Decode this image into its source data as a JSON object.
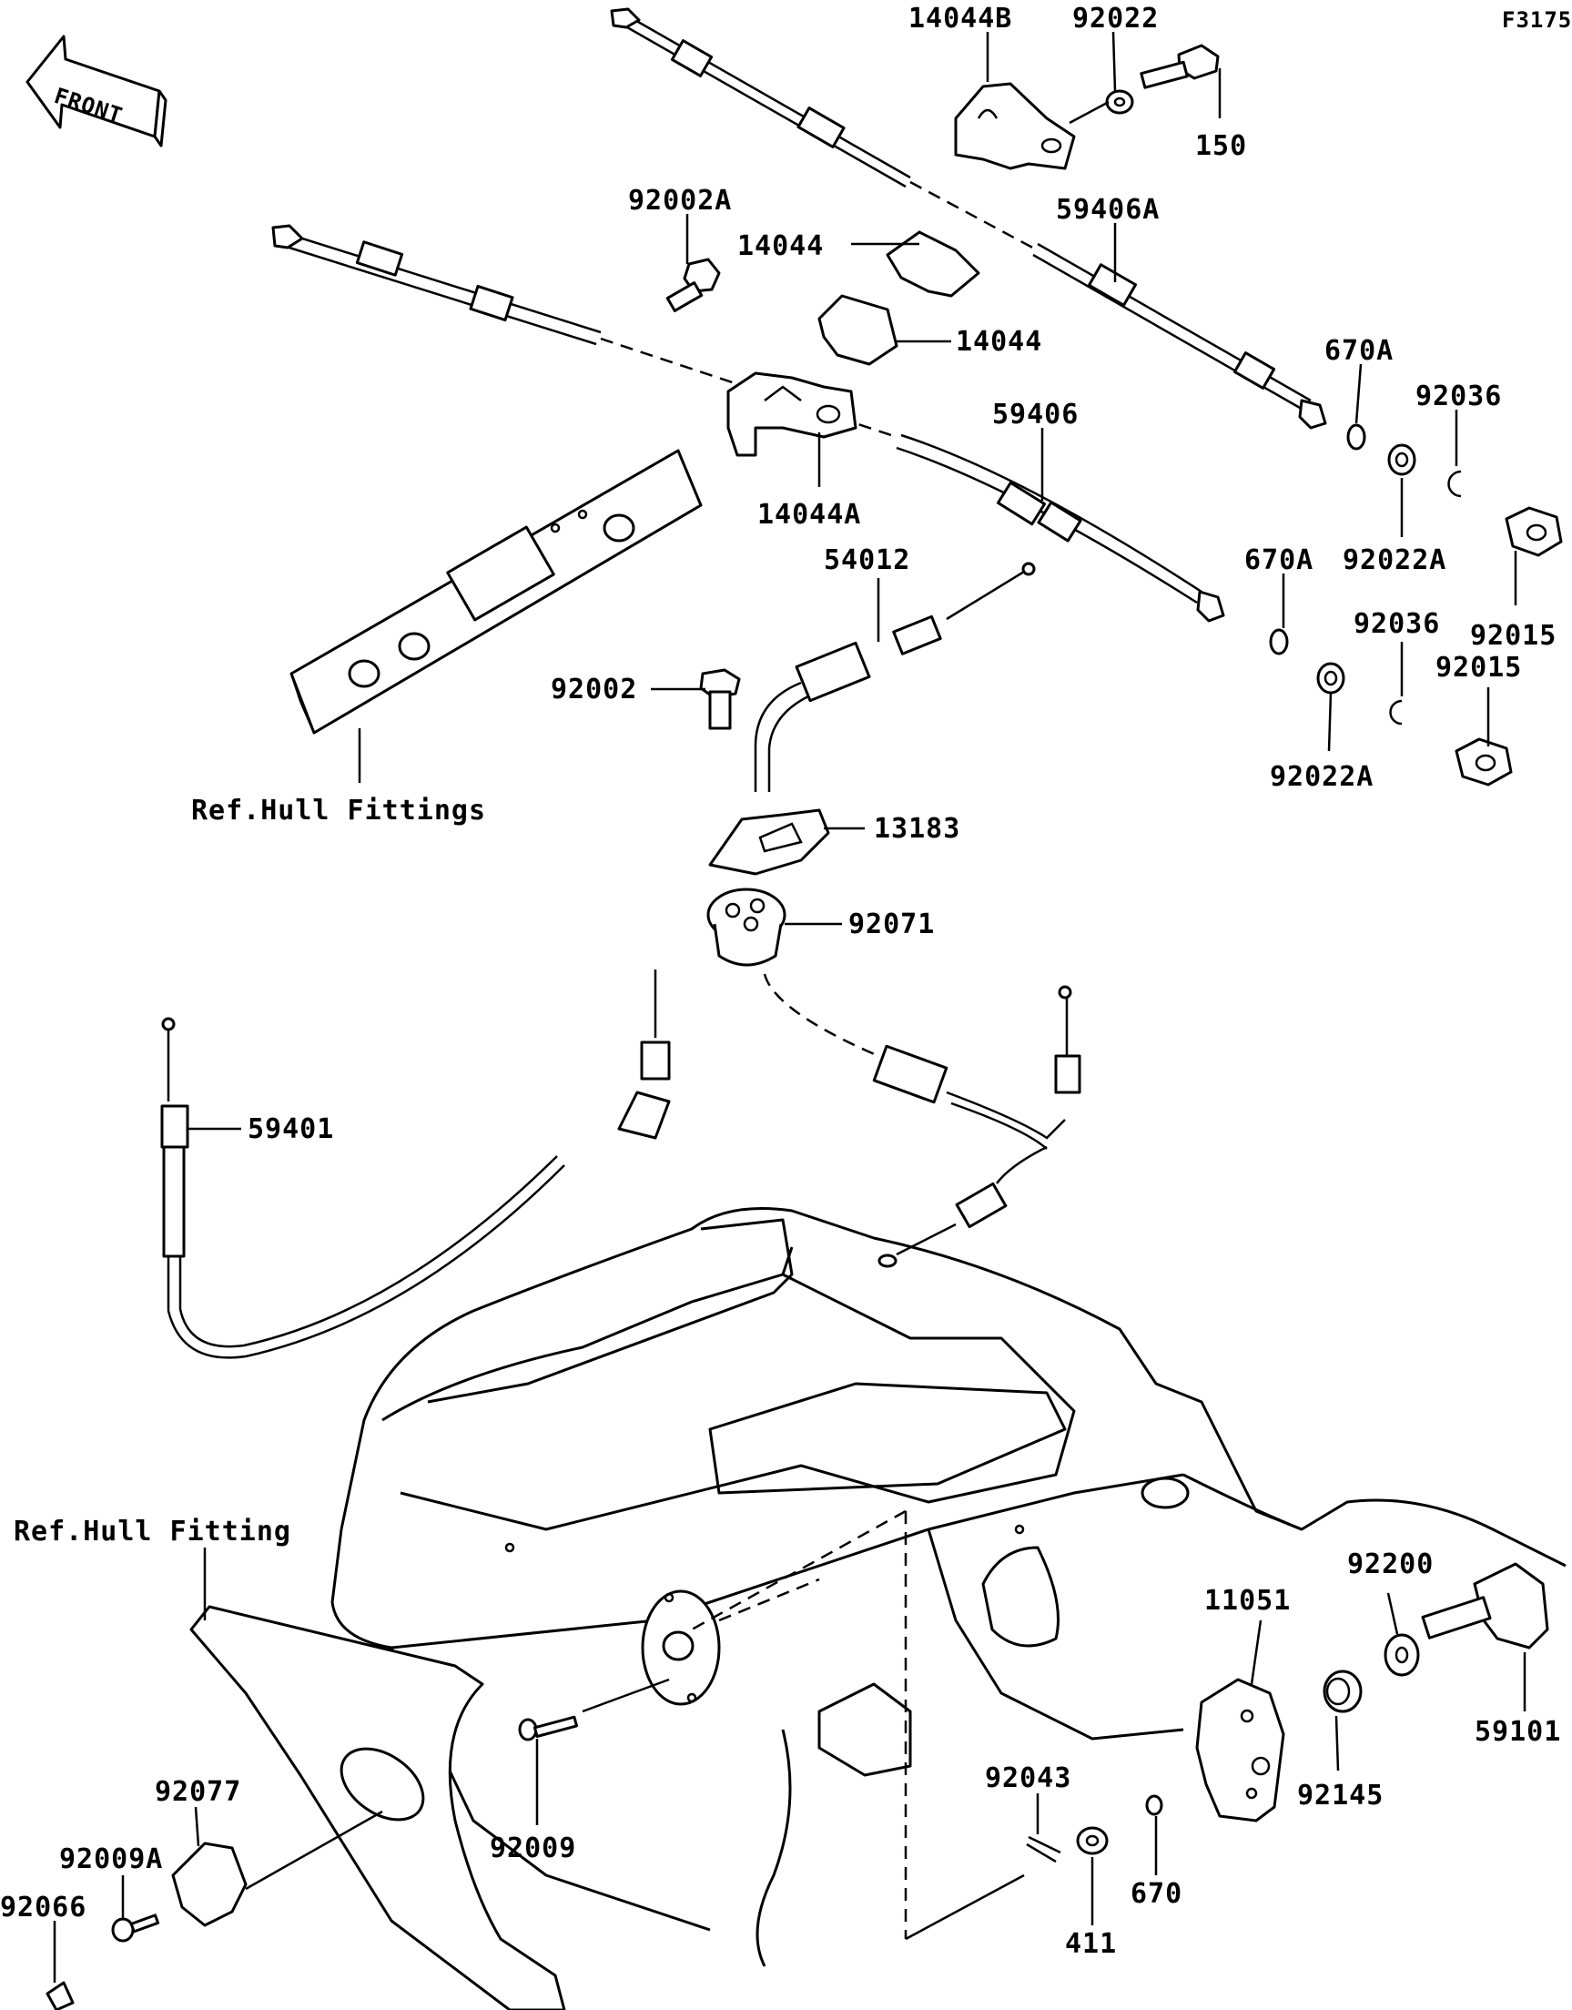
{
  "diagram_code": "F3175",
  "front_arrow": {
    "label": "FRONT",
    "icon": "front-arrow-icon"
  },
  "parts": {
    "p14044B": "14044B",
    "p92022": "92022",
    "p150": "150",
    "p92002A": "92002A",
    "p14044a": "14044",
    "p14044b": "14044",
    "p59406A": "59406A",
    "p670A_1": "670A",
    "p92036_1": "92036",
    "p59406": "59406",
    "p14044A": "14044A",
    "p92022A_1": "92022A",
    "p92015_1": "92015",
    "p54012": "54012",
    "p670A_2": "670A",
    "p92036_2": "92036",
    "p92015_2": "92015",
    "p92002": "92002",
    "p92022A_2": "92022A",
    "p13183": "13183",
    "p92071": "92071",
    "p59401": "59401",
    "p92200": "92200",
    "p11051": "11051",
    "p59101": "59101",
    "p92145": "92145",
    "p92043": "92043",
    "p92077": "92077",
    "p92009A": "92009A",
    "p92009": "92009",
    "p670": "670",
    "p92066": "92066",
    "p411": "411"
  },
  "refs": {
    "hull_fittings": "Ref.Hull Fittings",
    "hull_fitting": "Ref.Hull Fitting"
  }
}
